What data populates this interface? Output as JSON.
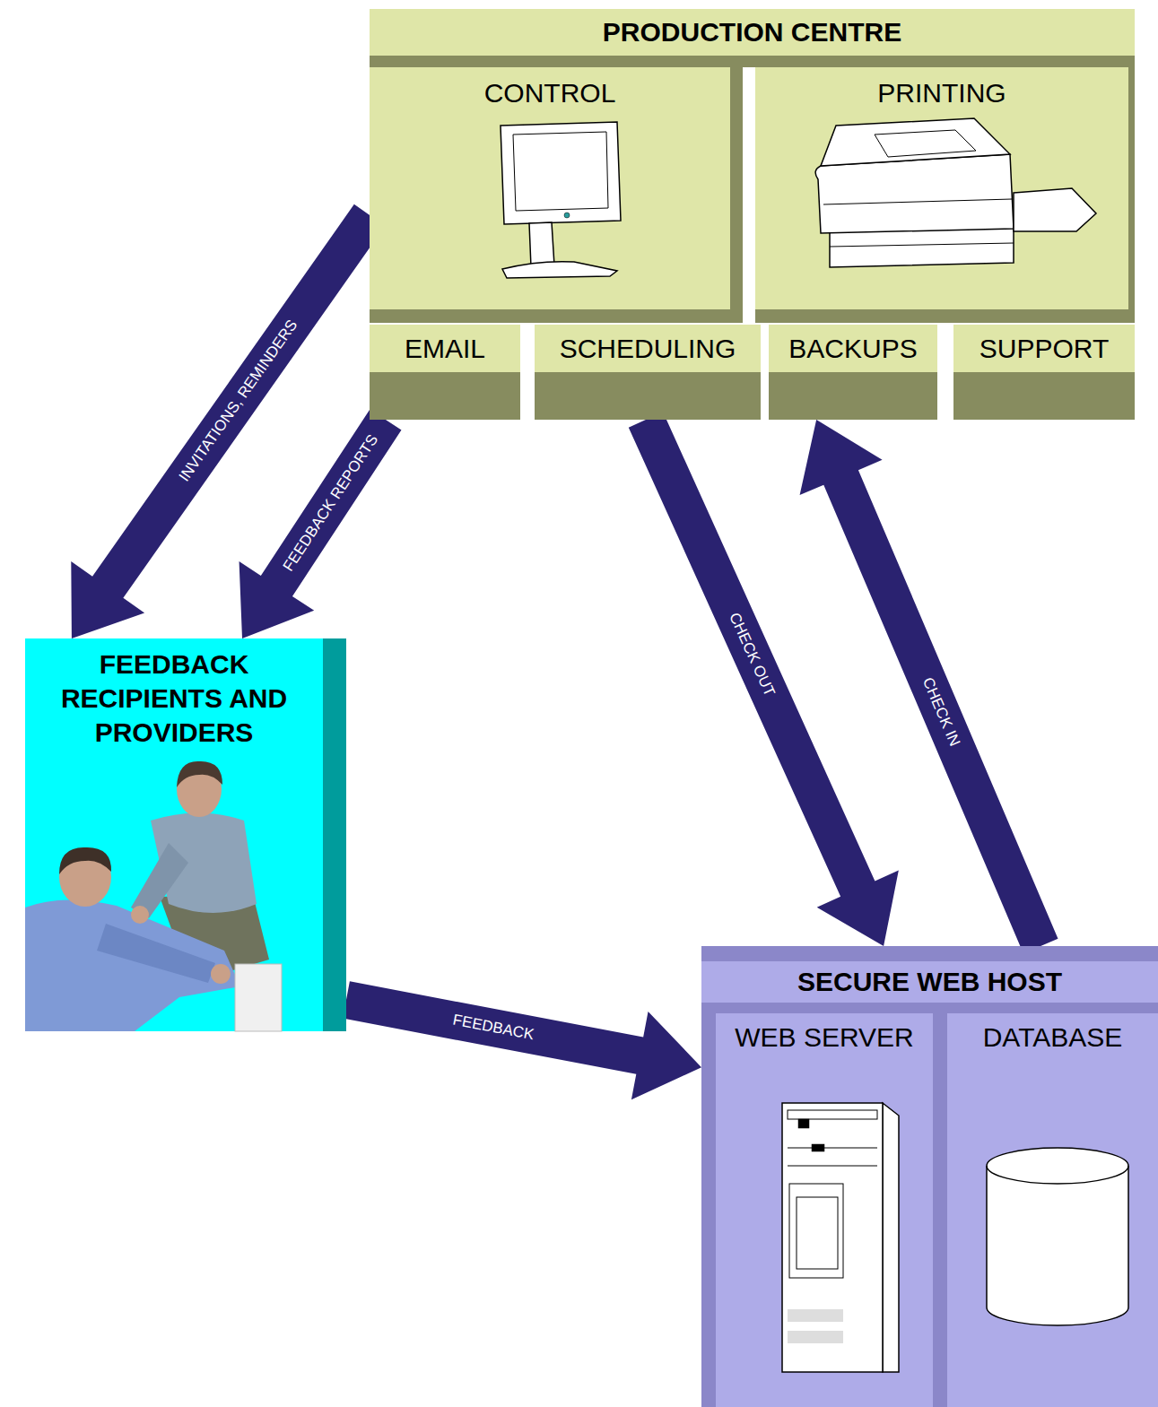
{
  "diagram": {
    "nodes": [
      {
        "text": [
          "PRODUCTION CENTRE"
        ]
      },
      {
        "text": [
          "CONTROL"
        ],
        "in": 0
      },
      {
        "text": [
          "PRINTING"
        ],
        "in": 0
      },
      {
        "text": [
          "EMAIL"
        ],
        "in": 0
      },
      {
        "text": [
          "SCHEDULING"
        ],
        "in": 0
      },
      {
        "text": [
          "BACKUPS"
        ],
        "in": 0
      },
      {
        "text": [
          "SUPPORT"
        ],
        "in": 0
      },
      {
        "text": [
          "FEEDBACK RECIPIENTS AND PROVIDERS"
        ]
      },
      {
        "text": [
          "SECURE WEB HOST"
        ]
      },
      {
        "text": [
          "WEB SERVER"
        ],
        "in": 8
      },
      {
        "text": [
          "DATABASE"
        ],
        "in": 8
      }
    ],
    "edges": [
      {
        "from": 0,
        "to": 7,
        "label": "INVITATIONS, REMINDERS",
        "arrow": "to"
      },
      {
        "from": 0,
        "to": 7,
        "label": "FEEDBACK REPORTS",
        "arrow": "to"
      },
      {
        "from": 0,
        "to": 8,
        "label": "CHECK OUT",
        "arrow": "to"
      },
      {
        "from": 8,
        "to": 0,
        "label": "CHECK IN",
        "arrow": "to"
      },
      {
        "from": 7,
        "to": 8,
        "label": "FEEDBACK",
        "arrow": "to"
      }
    ]
  }
}
